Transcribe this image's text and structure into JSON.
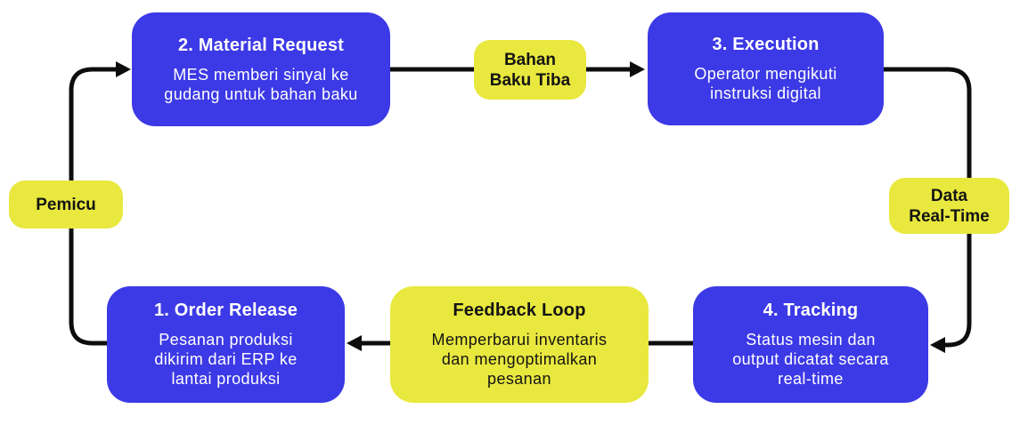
{
  "colors": {
    "background": "#ffffff",
    "box_blue": "#3c39e6",
    "label_yellow": "#e9e83e",
    "arrow_black": "#0d0d0d",
    "text_on_blue": "#ffffff",
    "text_on_yellow": "#141414"
  },
  "diagram": {
    "nodes": {
      "order_release": {
        "title": "1. Order Release",
        "body": "Pesanan produksi\ndikirim dari ERP ke\nlantai produksi"
      },
      "material_request": {
        "title": "2. Material Request",
        "body": "MES memberi sinyal ke\ngudang untuk bahan baku"
      },
      "execution": {
        "title": "3. Execution",
        "body": "Operator mengikuti\ninstruksi digital"
      },
      "tracking": {
        "title": "4. Tracking",
        "body": "Status mesin dan\noutput dicatat secara\nreal-time"
      },
      "feedback_loop": {
        "title": "Feedback Loop",
        "body": "Memperbarui inventaris\ndan mengoptimalkan\npesanan"
      }
    },
    "labels": {
      "pemicu": {
        "text": "Pemicu"
      },
      "bahan_baku_tiba": {
        "text": "Bahan\nBaku Tiba"
      },
      "data_real_time": {
        "text": "Data\nReal-Time"
      }
    }
  }
}
